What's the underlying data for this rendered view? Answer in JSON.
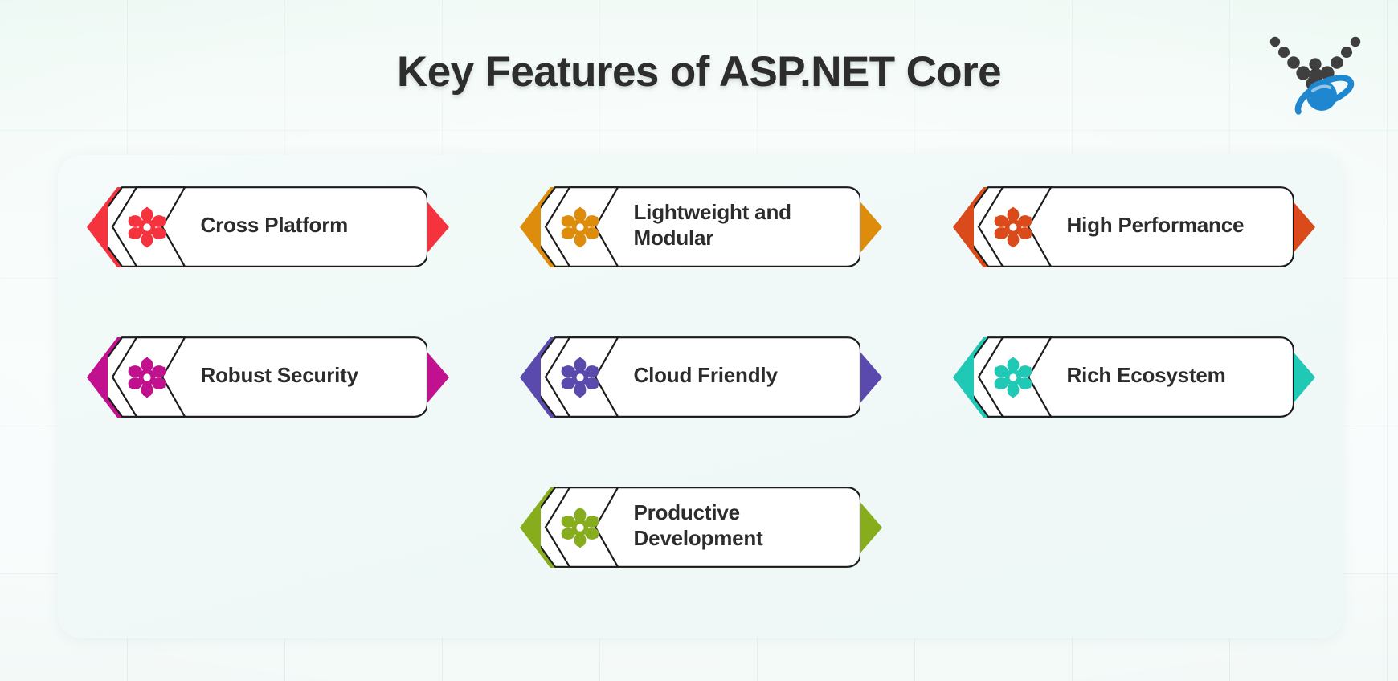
{
  "header": {
    "title": "Key Features of ASP.NET Core",
    "logo_name": "dot-v-planet-logo"
  },
  "colors": {
    "background": "#eef8f3",
    "panel": "#f2faf8",
    "title_text": "#2d2d2d",
    "label_text": "#2c2c2c",
    "logo_dots": "#3f3f3f",
    "logo_planet": "#1f87d0"
  },
  "features": [
    {
      "label": "Cross Platform",
      "color": "#f5333f",
      "icon": "flower-icon"
    },
    {
      "label": "Lightweight and Modular",
      "color": "#dd8c0b",
      "icon": "flower-icon"
    },
    {
      "label": "High Performance",
      "color": "#da4a1b",
      "icon": "flower-icon"
    },
    {
      "label": "Robust Security",
      "color": "#c2118f",
      "icon": "flower-icon"
    },
    {
      "label": "Cloud Friendly",
      "color": "#5b4aad",
      "icon": "flower-icon"
    },
    {
      "label": "Rich Ecosystem",
      "color": "#1fc9b5",
      "icon": "flower-icon"
    },
    {
      "label": "Productive Development",
      "color": "#87ad1d",
      "icon": "flower-icon"
    }
  ]
}
